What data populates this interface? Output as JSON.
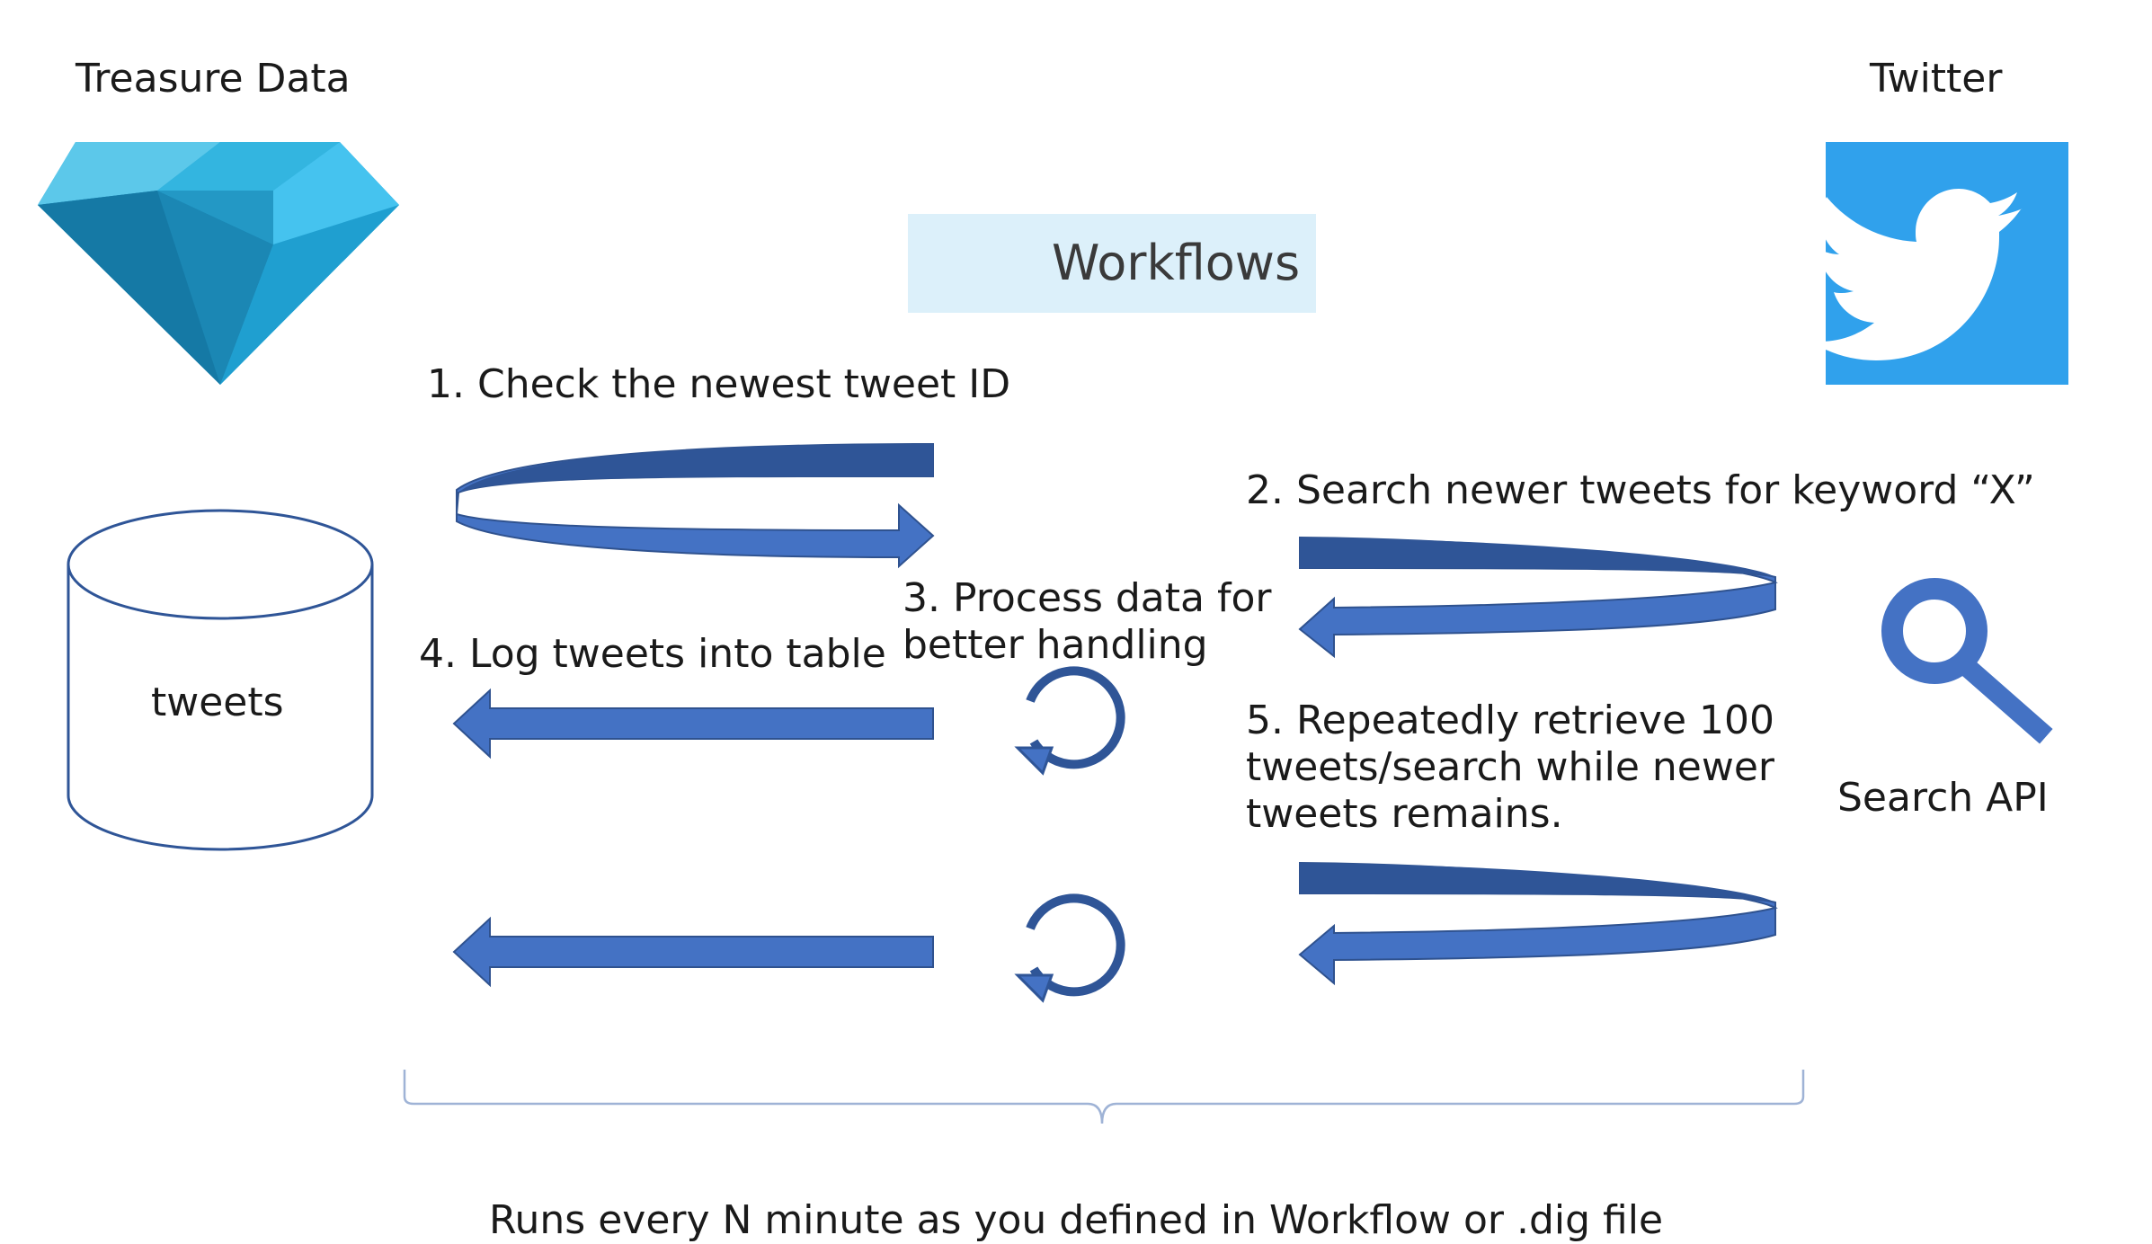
{
  "left_system": {
    "title": "Treasure Data",
    "logo_icon": "treasure-data-diamond-icon",
    "table_name": "tweets"
  },
  "right_system": {
    "title": "Twitter",
    "logo_icon": "twitter-bird-icon",
    "api_label": "Search API",
    "api_icon": "magnifier-icon"
  },
  "center_logo": {
    "label": "Workflows",
    "icon": "workflow-nodes-icon"
  },
  "steps": {
    "step1": "1. Check the newest tweet ID",
    "step2": "2. Search newer tweets for keyword “X”",
    "step3": [
      "3. Process data for",
      "better handling"
    ],
    "step4": "4. Log tweets into table",
    "step5": [
      "5. Repeatedly retrieve 100",
      "tweets/search while newer",
      "tweets remains."
    ]
  },
  "footer": "Runs every N minute as you defined in Workflow or .dig file",
  "colors": {
    "arrow_fill": "#4472c4",
    "arrow_dark": "#2f5597",
    "arrow_stroke": "#2f528f",
    "twitter_blue": "#30a1ec",
    "brace": "#9fb3d6"
  }
}
